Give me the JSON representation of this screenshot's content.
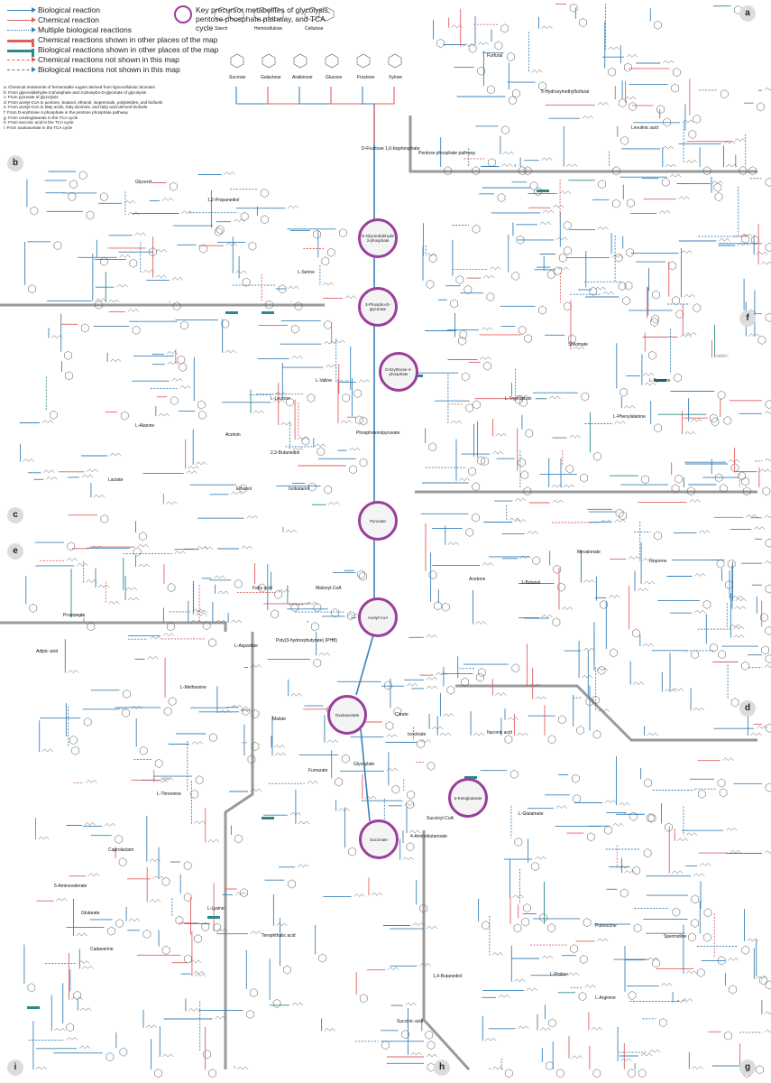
{
  "legend": {
    "items": [
      {
        "label": "Biological reaction",
        "color": "#3b82b8",
        "style": "solid",
        "thick": false
      },
      {
        "label": "Chemical reaction",
        "color": "#e06060",
        "style": "solid",
        "thick": false
      },
      {
        "label": "Multiple biological reactions",
        "color": "#3b82b8",
        "style": "dotted",
        "thick": false
      },
      {
        "label": "Chemical reactions shown in other places of the map",
        "color": "#e06060",
        "style": "bar",
        "thick": true
      },
      {
        "label": "Biological reactions shown in other places of the map",
        "color": "#2a8a8a",
        "style": "bar",
        "thick": true
      },
      {
        "label": "Chemical reactions not shown in this map",
        "color": "#e06060",
        "style": "dashed",
        "thick": false
      },
      {
        "label": "Biological reactions not shown in this map",
        "color": "#3b82b8",
        "style": "dashed",
        "thick": false
      }
    ],
    "key_note": "Key precursor metabolites of glycolysis, pentose phosphate pathway, and TCA cycle"
  },
  "notes": [
    "a: Chemical treatments of fermentable sugars derived from lignocellulosic biomass",
    "b: From glyceraldehyde-3-phosphate and 3-phospho-D-glycerate of glycolysis",
    "c: From pyruvate of glycolysis",
    "d: From acetyl-CoA to acetone, butanol, ethanol, isoprenoids, polyketides, and biofuels",
    "e: From acetyl-CoA to fatty acids, fatty alcohols, and fatty acid-derived biofuels",
    "f: From D-erythrose 4-phosphate in the pentose phosphate pathway",
    "g: From α-ketoglutarate in the TCA cycle",
    "h: From succinic acid in the TCA cycle",
    "i: From oxaloacetate in the TCA cycle"
  ],
  "sections": {
    "a": "a",
    "b": "b",
    "c": "c",
    "d": "d",
    "e": "e",
    "f": "f",
    "g": "g",
    "h": "h",
    "i": "i"
  },
  "hubs": {
    "g3p": "D-Glyceraldehyde 3-phosphate",
    "pg3": "3-Phospho-D-glycerate",
    "e4p": "D-Erythrose-4-phosphate",
    "pyr": "Pyruvate",
    "acoa": "Acetyl-CoA",
    "oaa": "Oxaloacetate",
    "akg": "α-Ketoglutarate",
    "succ": "Succinate"
  },
  "labels": {
    "starch": "Starch",
    "hemicellulose": "Hemicellulose",
    "cellulose": "Cellulose",
    "sucrose": "Sucrose",
    "galactose": "Galactose",
    "arabinose": "Arabinose",
    "glucose": "Glucose",
    "fructose": "Fructose",
    "xylose": "Xylose",
    "f16bp": "D-Fructose 1,6-bisphosphate",
    "ppp": "Pentose phosphate pathway",
    "pep": "Phosphoenolpyruvate",
    "poly3hb": "Poly(3-hydroxybutyrate) (PHB)",
    "malate": "Malate",
    "fumarate": "Fumarate",
    "citrate": "Citrate",
    "isocitrate": "Isocitrate",
    "glyoxylate": "Glyoxylate",
    "succcoa": "Succinyl-CoA",
    "gaba": "4-Aminobutanoate",
    "glutamate": "L-Glutamate",
    "aspartate": "L-Aspartate",
    "lysine": "L-Lysine",
    "threonine": "L-Threonine",
    "putrescine": "Putrescine",
    "lactate": "Lactate",
    "ethanol": "Ethanol",
    "isobutanol": "Isobutanol",
    "acetone": "Acetone",
    "butanol": "1-Butanol",
    "fattyacid": "Fatty acid",
    "malonylcoa": "Malonyl-CoA",
    "shikimate": "Shikimate",
    "tyrosine": "L-Tyrosine",
    "phenylalanine": "L-Phenylalanine",
    "tryptophan": "L-Tryptophan",
    "glycerol": "Glycerol",
    "propanediol": "1,2-Propanediol",
    "serine": "L-Serine",
    "hmf": "5-Hydroxymethylfurfural",
    "furfural": "Furfural",
    "levulinic": "Levulinic acid",
    "arginine": "L-Arginine",
    "proline": "L-Proline",
    "spermidine": "Spermidine",
    "cadaverine": "Cadaverine",
    "succinicacid": "Succinic acid",
    "bdo": "1,4-Butanediol",
    "isoprene": "Isoprene",
    "mevalonate": "Mevalonate",
    "acetoin": "Acetoin",
    "bdo23": "2,3-Butanediol",
    "valine": "L-Valine",
    "leucine": "L-Leucine",
    "alanine": "L-Alanine",
    "propionate": "Propionate",
    "oamm": "5-Aminovalerate",
    "glutarate": "Glutarate",
    "caprolactam": "Caprolactam",
    "adipic": "Adipic acid",
    "terephthalic": "Terephthalic acid",
    "itaconic": "Itaconic acid",
    "methionine": "L-Methionine"
  }
}
